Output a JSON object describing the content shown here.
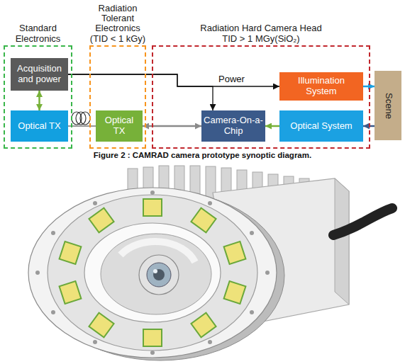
{
  "diagram": {
    "caption": "Figure 2 : CAMRAD camera prototype synoptic diagram.",
    "nodes": [
      {
        "text": [
          "Standard Electronics"
        ]
      },
      {
        "text": [
          "Acquisition and power"
        ],
        "in": 0
      },
      {
        "text": [
          "Optical TX"
        ],
        "in": 0
      },
      {
        "text": [
          "Radiation Tolerant Electronics",
          "(TID < 1 kGy)"
        ]
      },
      {
        "text": [
          "Optical TX"
        ],
        "in": 3
      },
      {
        "text": [
          "Radiation Hard Camera Head",
          "TID > 1 MGy(SiO₂)"
        ]
      },
      {
        "text": [
          "Illumination System"
        ],
        "in": 5
      },
      {
        "text": [
          "Camera-On-a-Chip"
        ],
        "in": 5
      },
      {
        "text": [
          "Optical System"
        ],
        "in": 5
      },
      {
        "text": [
          "Scene"
        ]
      }
    ],
    "edges": [
      {
        "from": 1,
        "to": 2,
        "arrow": "both"
      },
      {
        "from": 2,
        "to": 4,
        "arrow": "none"
      },
      {
        "from": 4,
        "to": 7,
        "arrow": "both"
      },
      {
        "from": 8,
        "to": 7,
        "arrow": "to"
      },
      {
        "from": 6,
        "to": 9,
        "arrow": "to"
      },
      {
        "from": 9,
        "to": 8,
        "arrow": "to"
      },
      {
        "from": 1,
        "to": 6,
        "label": "Power",
        "arrow": "to"
      },
      {
        "from": 1,
        "to": 7,
        "arrow": "to"
      }
    ]
  }
}
